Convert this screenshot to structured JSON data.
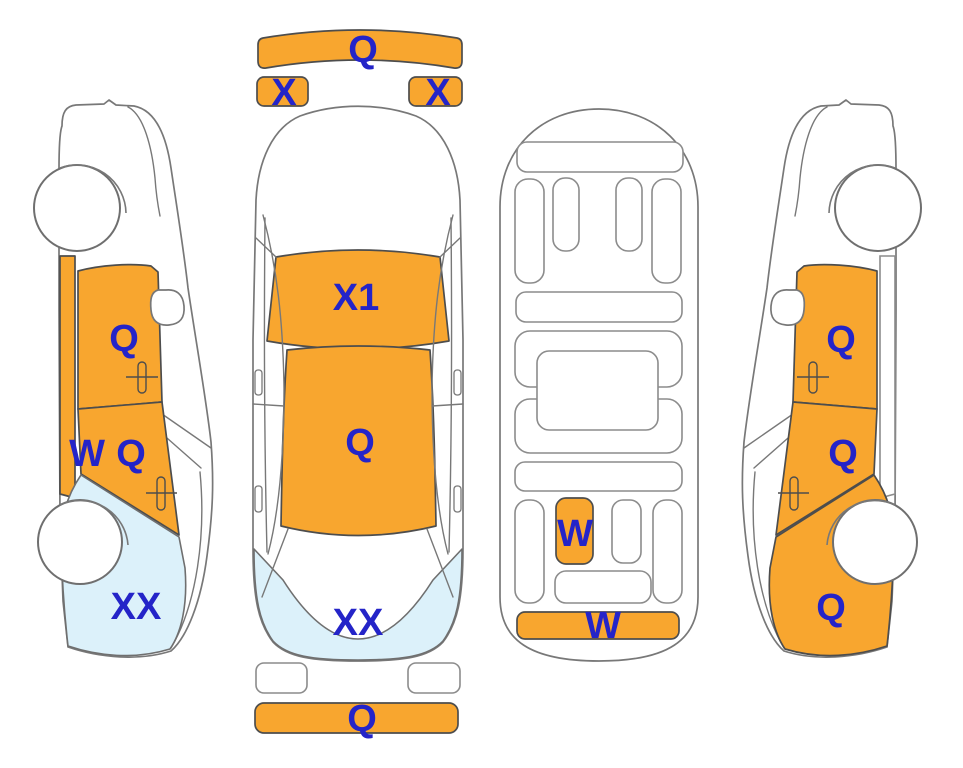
{
  "diagram_title": "vehicle-damage-map",
  "colors": {
    "marked_panel": "#F8A62F",
    "replaced_panel": "#DCF1FA",
    "label_text": "#2424C8",
    "body_outline": "#787878"
  },
  "views": {
    "top": {
      "labels": {
        "rear_bumper": "Q",
        "tail_light_left": "X",
        "tail_light_right": "X",
        "trunk_lid": "X1",
        "roof": "Q",
        "hood": "XX",
        "front_bumper": "Q"
      }
    },
    "left_side": {
      "labels": {
        "rear_door": "Q",
        "side_sill": "W",
        "front_door": "Q",
        "front_fender": "XX"
      }
    },
    "underbody": {
      "labels": {
        "center_member": "W",
        "front_cross_member": "W"
      }
    },
    "right_side": {
      "labels": {
        "rear_door": "Q",
        "front_door": "Q",
        "front_fender": "Q"
      }
    }
  }
}
